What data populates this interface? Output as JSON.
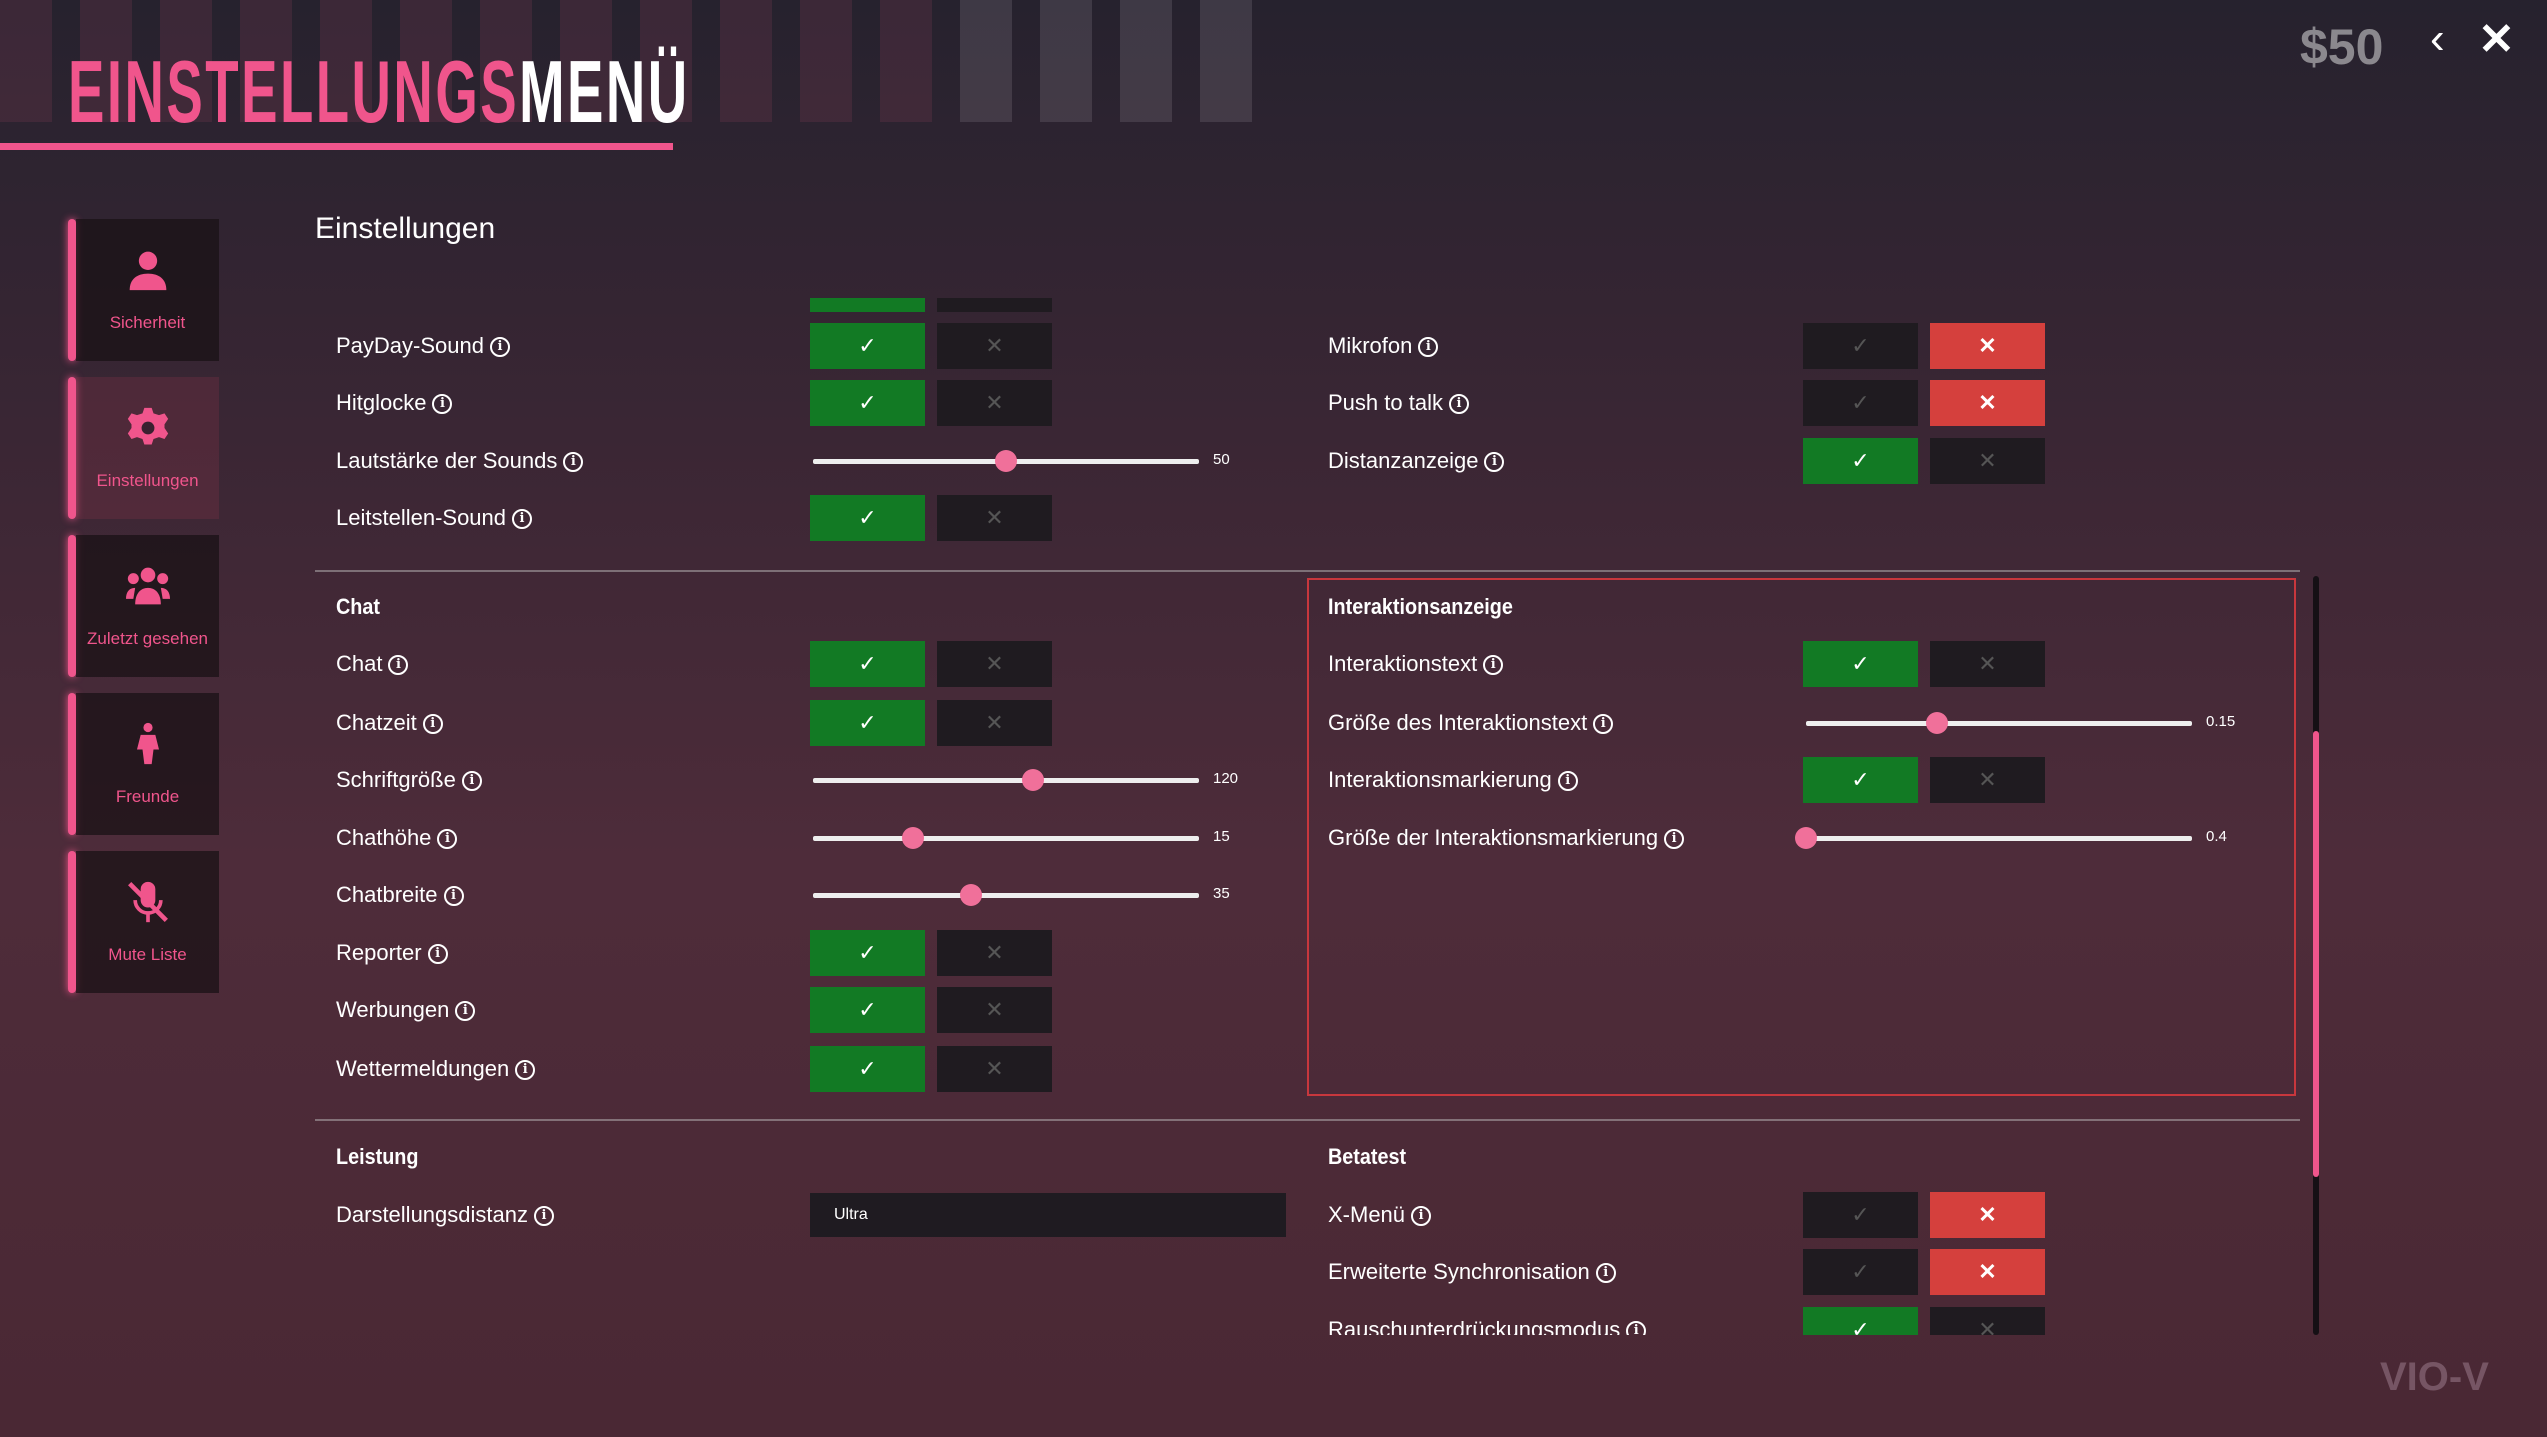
{
  "header": {
    "title_pink": "EINSTELLUNGS",
    "title_white": "MENÜ",
    "money": "$50",
    "back_icon": "chevron-left-icon",
    "close_icon": "close-icon"
  },
  "sidebar": {
    "items": [
      {
        "label": "Sicherheit",
        "icon": "user-icon",
        "active": false
      },
      {
        "label": "Einstellungen",
        "icon": "gear-icon",
        "active": true
      },
      {
        "label": "Zuletzt gesehen",
        "icon": "users-icon",
        "active": false
      },
      {
        "label": "Freunde",
        "icon": "person-icon",
        "active": false
      },
      {
        "label": "Mute Liste",
        "icon": "mic-off-icon",
        "active": false
      }
    ]
  },
  "page": {
    "heading": "Einstellungen",
    "check": "✓",
    "cross": "✕",
    "info": "i"
  },
  "colors": {
    "accent": "#f0558c",
    "on": "#127a24",
    "no": "#d5403d"
  },
  "left": {
    "general": [
      {
        "label": "PayDay-Sound",
        "type": "toggle",
        "on": true
      },
      {
        "label": "Hitglocke",
        "type": "toggle",
        "on": true
      },
      {
        "label": "Lautstärke der Sounds",
        "type": "slider",
        "value": "50",
        "fill": 0.5
      },
      {
        "label": "Leitstellen-Sound",
        "type": "toggle",
        "on": true
      }
    ],
    "chat_title": "Chat",
    "chat": [
      {
        "label": "Chat",
        "type": "toggle",
        "on": true
      },
      {
        "label": "Chatzeit",
        "type": "toggle",
        "on": true
      },
      {
        "label": "Schriftgröße",
        "type": "slider",
        "value": "120",
        "fill": 0.57
      },
      {
        "label": "Chathöhe",
        "type": "slider",
        "value": "15",
        "fill": 0.26
      },
      {
        "label": "Chatbreite",
        "type": "slider",
        "value": "35",
        "fill": 0.41
      },
      {
        "label": "Reporter",
        "type": "toggle",
        "on": true
      },
      {
        "label": "Werbungen",
        "type": "toggle",
        "on": true
      },
      {
        "label": "Wettermeldungen",
        "type": "toggle",
        "on": true
      }
    ],
    "perf_title": "Leistung",
    "perf": [
      {
        "label": "Darstellungsdistanz",
        "type": "select",
        "value": "Ultra"
      }
    ]
  },
  "right": {
    "general": [
      {
        "label": "Mikrofon",
        "type": "toggle",
        "on": false
      },
      {
        "label": "Push to talk",
        "type": "toggle",
        "on": false
      },
      {
        "label": "Distanzanzeige",
        "type": "toggle",
        "on": true
      }
    ],
    "inter_title": "Interaktionsanzeige",
    "inter": [
      {
        "label": "Interaktionstext",
        "type": "toggle",
        "on": true
      },
      {
        "label": "Größe des Interaktionstext",
        "type": "slider",
        "value": "0.15",
        "fill": 0.34
      },
      {
        "label": "Interaktionsmarkierung",
        "type": "toggle",
        "on": true
      },
      {
        "label": "Größe der Interaktionsmarkierung",
        "type": "slider",
        "value": "0.4",
        "fill": 0.0
      }
    ],
    "beta_title": "Betatest",
    "beta": [
      {
        "label": "X-Menü",
        "type": "toggle",
        "on": false
      },
      {
        "label": "Erweiterte Synchronisation",
        "type": "toggle",
        "on": false
      },
      {
        "label": "Rauschunterdrückungsmodus",
        "type": "toggle",
        "on": true
      }
    ]
  },
  "watermark": "VIO-V"
}
